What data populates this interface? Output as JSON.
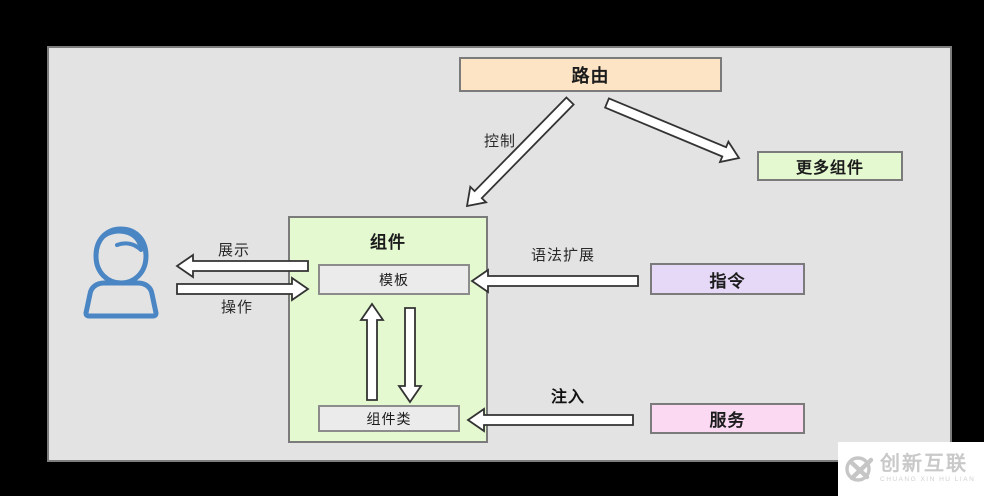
{
  "nodes": {
    "router": "路由",
    "more_components": "更多组件",
    "component": "组件",
    "template": "模板",
    "component_class": "组件类",
    "directive": "指令",
    "service": "服务"
  },
  "edge_labels": {
    "control": "控制",
    "display": "展示",
    "operate": "操作",
    "syntax_extension": "语法扩展",
    "inject": "注入"
  },
  "icons": {
    "person": "user-icon",
    "watermark_logo": "cx-ring-x-icon"
  },
  "colors": {
    "background": "#000000",
    "panel_bg": "#e3e3e3",
    "panel_border": "#7d7d7d",
    "router_bg": "#fce4c5",
    "component_bg": "#e4f9d0",
    "more_components_bg": "#e4f9d0",
    "inner_box_bg": "#ebebeb",
    "directive_bg": "#e6d9f7",
    "service_bg": "#fbd9f3",
    "person_blue": "#4a86c4",
    "arrow_fill": "#ffffff",
    "arrow_stroke": "#333333",
    "watermark_gray": "#c9c9c9"
  },
  "watermark": {
    "title": "创新互联",
    "subtitle": "CHUANG XIN HU LIAN"
  }
}
